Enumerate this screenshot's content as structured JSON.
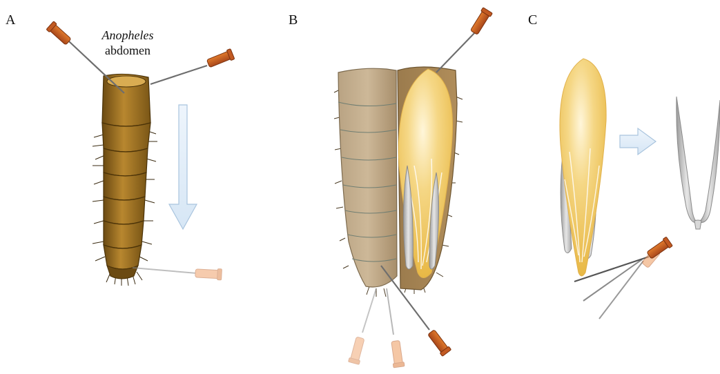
{
  "panels": {
    "a": "A",
    "b": "B",
    "c": "C"
  },
  "caption": {
    "genus": "Anopheles",
    "part": "abdomen"
  }
}
